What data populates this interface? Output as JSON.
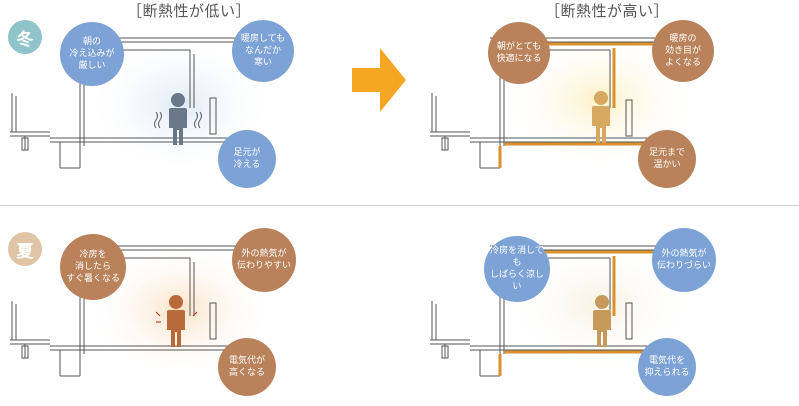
{
  "titles": {
    "low": "［断熱性が低い］",
    "high": "［断熱性が高い］"
  },
  "seasons": {
    "winter": "冬",
    "summer": "夏"
  },
  "colors": {
    "blue": "#7da2d6",
    "brown": "#b9825a",
    "winter_badge": "#8fc4cb",
    "summer_badge": "#e0c4a6",
    "arrow": "#f5a623",
    "insulation": "#d9922e"
  },
  "winter_low": {
    "b1": "朝の\n冷え込みが\n厳しい",
    "b2": "暖房しても\nなんだか\n寒い",
    "b3": "足元が\n冷える"
  },
  "winter_high": {
    "b1": "朝がとても\n快適になる",
    "b2": "暖房の\n効き目が\nよくなる",
    "b3": "足元まで\n温かい"
  },
  "summer_low": {
    "b1": "冷房を\n消したら\nすぐ暑くなる",
    "b2": "外の熱気が\n伝わりやすい",
    "b3": "電気代が\n高くなる"
  },
  "summer_high": {
    "b1": "冷房を消しても\nしばらく涼しい",
    "b2": "外の熱気が\n伝わりづらい",
    "b3": "電気代を\n抑えられる"
  }
}
